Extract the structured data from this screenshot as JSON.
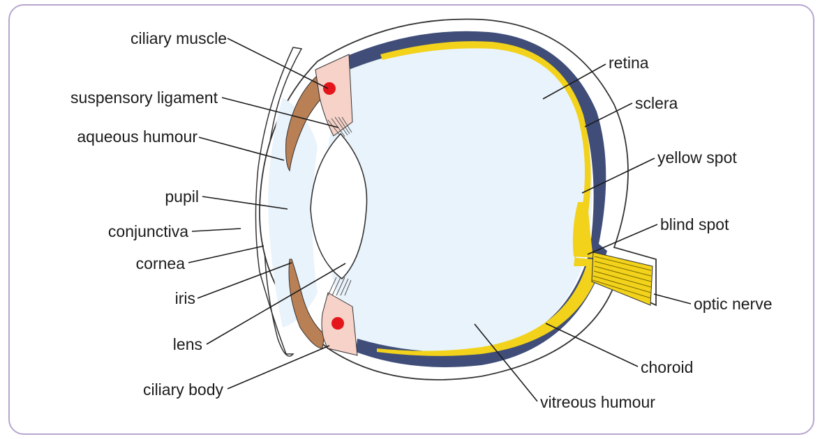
{
  "labels": {
    "ciliary_muscle": "ciliary muscle",
    "suspensory_ligament": "suspensory ligament",
    "aqueous_humour": "aqueous humour",
    "pupil": "pupil",
    "conjunctiva": "conjunctiva",
    "cornea": "cornea",
    "iris": "iris",
    "lens": "lens",
    "ciliary_body": "ciliary body",
    "retina": "retina",
    "sclera": "sclera",
    "yellow_spot": "yellow spot",
    "blind_spot": "blind spot",
    "optic_nerve": "optic nerve",
    "choroid": "choroid",
    "vitreous_humour": "vitreous humour"
  },
  "colors": {
    "frame": "#b7a5cf",
    "vitreous": "#e9f3fb",
    "choroid": "#3f4d78",
    "retina": "#f2d21b",
    "ciliary": "#f6d2c8",
    "iris": "#b97f55",
    "ciliary_dot": "#e4161c"
  }
}
